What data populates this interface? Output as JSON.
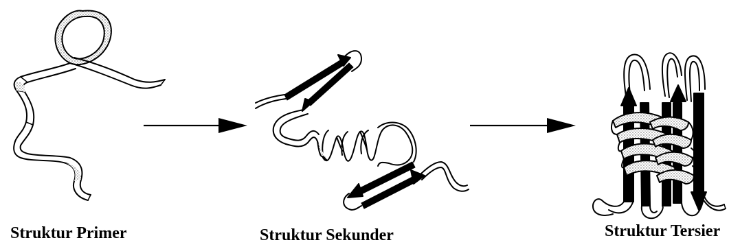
{
  "labels": {
    "primary": "Struktur Primer",
    "secondary": "Struktur Sekunder",
    "tertiary": "Struktur Tersier"
  },
  "colors": {
    "ink": "#000000",
    "stipple": "#bdbdbd",
    "paper": "#ffffff"
  }
}
